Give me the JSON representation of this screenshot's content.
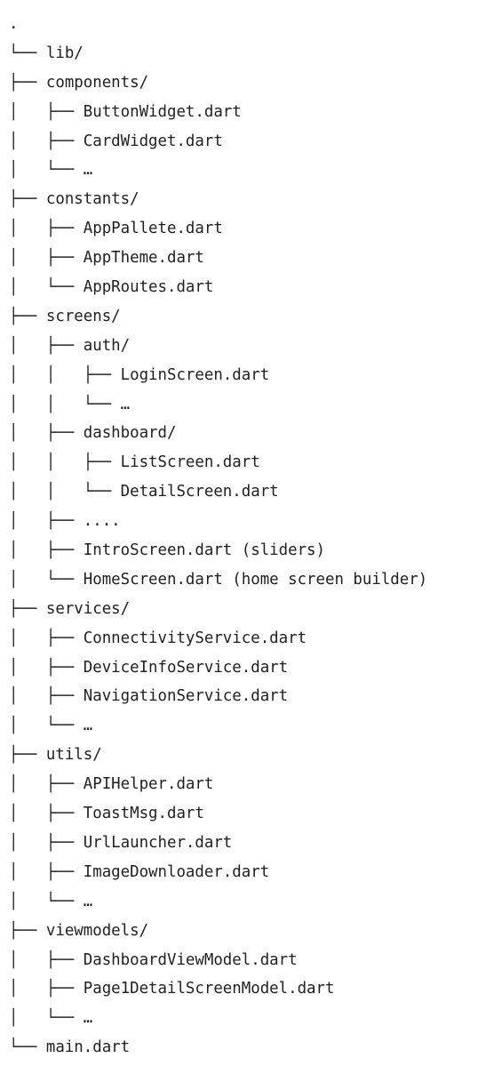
{
  "tree_lines": [
    ".",
    "└── lib/",
    "├── components/",
    "│   ├── ButtonWidget.dart",
    "│   ├── CardWidget.dart",
    "│   └── …",
    "├── constants/",
    "│   ├── AppPallete.dart",
    "│   ├── AppTheme.dart",
    "│   └── AppRoutes.dart",
    "├── screens/",
    "│   ├── auth/",
    "│   │   ├── LoginScreen.dart",
    "│   │   └── …",
    "│   ├── dashboard/",
    "│   │   ├── ListScreen.dart",
    "│   │   └── DetailScreen.dart",
    "│   ├── ....",
    "│   ├── IntroScreen.dart (sliders)",
    "│   └── HomeScreen.dart (home screen builder)",
    "├── services/",
    "│   ├── ConnectivityService.dart",
    "│   ├── DeviceInfoService.dart",
    "│   ├── NavigationService.dart",
    "│   └── …",
    "├── utils/",
    "│   ├── APIHelper.dart",
    "│   ├── ToastMsg.dart",
    "│   ├── UrlLauncher.dart",
    "│   ├── ImageDownloader.dart",
    "│   └── …",
    "├── viewmodels/",
    "│   ├── DashboardViewModel.dart",
    "│   ├── Page1DetailScreenModel.dart",
    "│   └── …",
    "└── main.dart"
  ]
}
